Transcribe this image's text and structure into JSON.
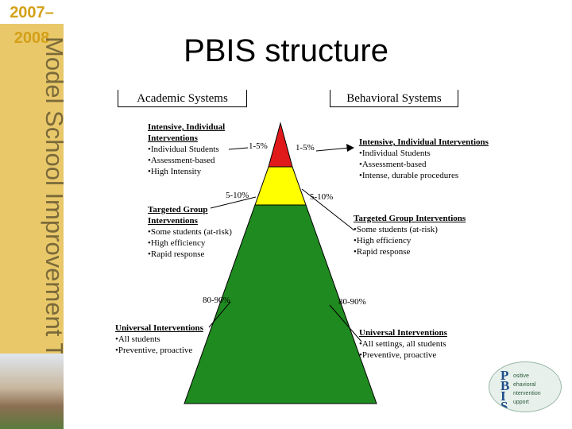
{
  "sidebar": {
    "year": "2007–2008",
    "title": "Model School Improvement Team"
  },
  "title": "PBIS structure",
  "academic": {
    "heading": "Academic Systems",
    "intensive": {
      "title": "Intensive, Individual Interventions",
      "items": [
        "•Individual Students",
        "•Assessment-based",
        "•High Intensity"
      ]
    },
    "targeted": {
      "title": "Targeted Group Interventions",
      "items": [
        "•Some students (at-risk)",
        "•High efficiency",
        "•Rapid response"
      ]
    },
    "universal": {
      "title": "Universal Interventions",
      "items": [
        "•All students",
        "•Preventive, proactive"
      ]
    },
    "pct_top": "1-5%",
    "pct_mid": "5-10%",
    "pct_bottom": "80-90%"
  },
  "behavioral": {
    "heading": "Behavioral Systems",
    "intensive": {
      "title": "Intensive, Individual Interventions",
      "items": [
        "•Individual Students",
        "•Assessment-based",
        "•Intense, durable procedures"
      ]
    },
    "targeted": {
      "title": "Targeted Group Interventions",
      "items": [
        "•Some students (at-risk)",
        "•High efficiency",
        "•Rapid response"
      ]
    },
    "universal": {
      "title": "Universal Interventions",
      "items": [
        "•All settings, all students",
        "•Preventive, proactive"
      ]
    },
    "pct_top": "1-5%",
    "pct_mid": "5-10%",
    "pct_bottom": "80-90%"
  },
  "logo": {
    "letters": [
      "P",
      "B",
      "I",
      "S"
    ],
    "words": [
      "ositive",
      "ehavioral",
      "ntervention",
      "upport"
    ]
  },
  "colors": {
    "top": "#e0191b",
    "middle": "#ffff00",
    "bottom": "#1f8a1f",
    "sidebar": "#e9c86a"
  }
}
